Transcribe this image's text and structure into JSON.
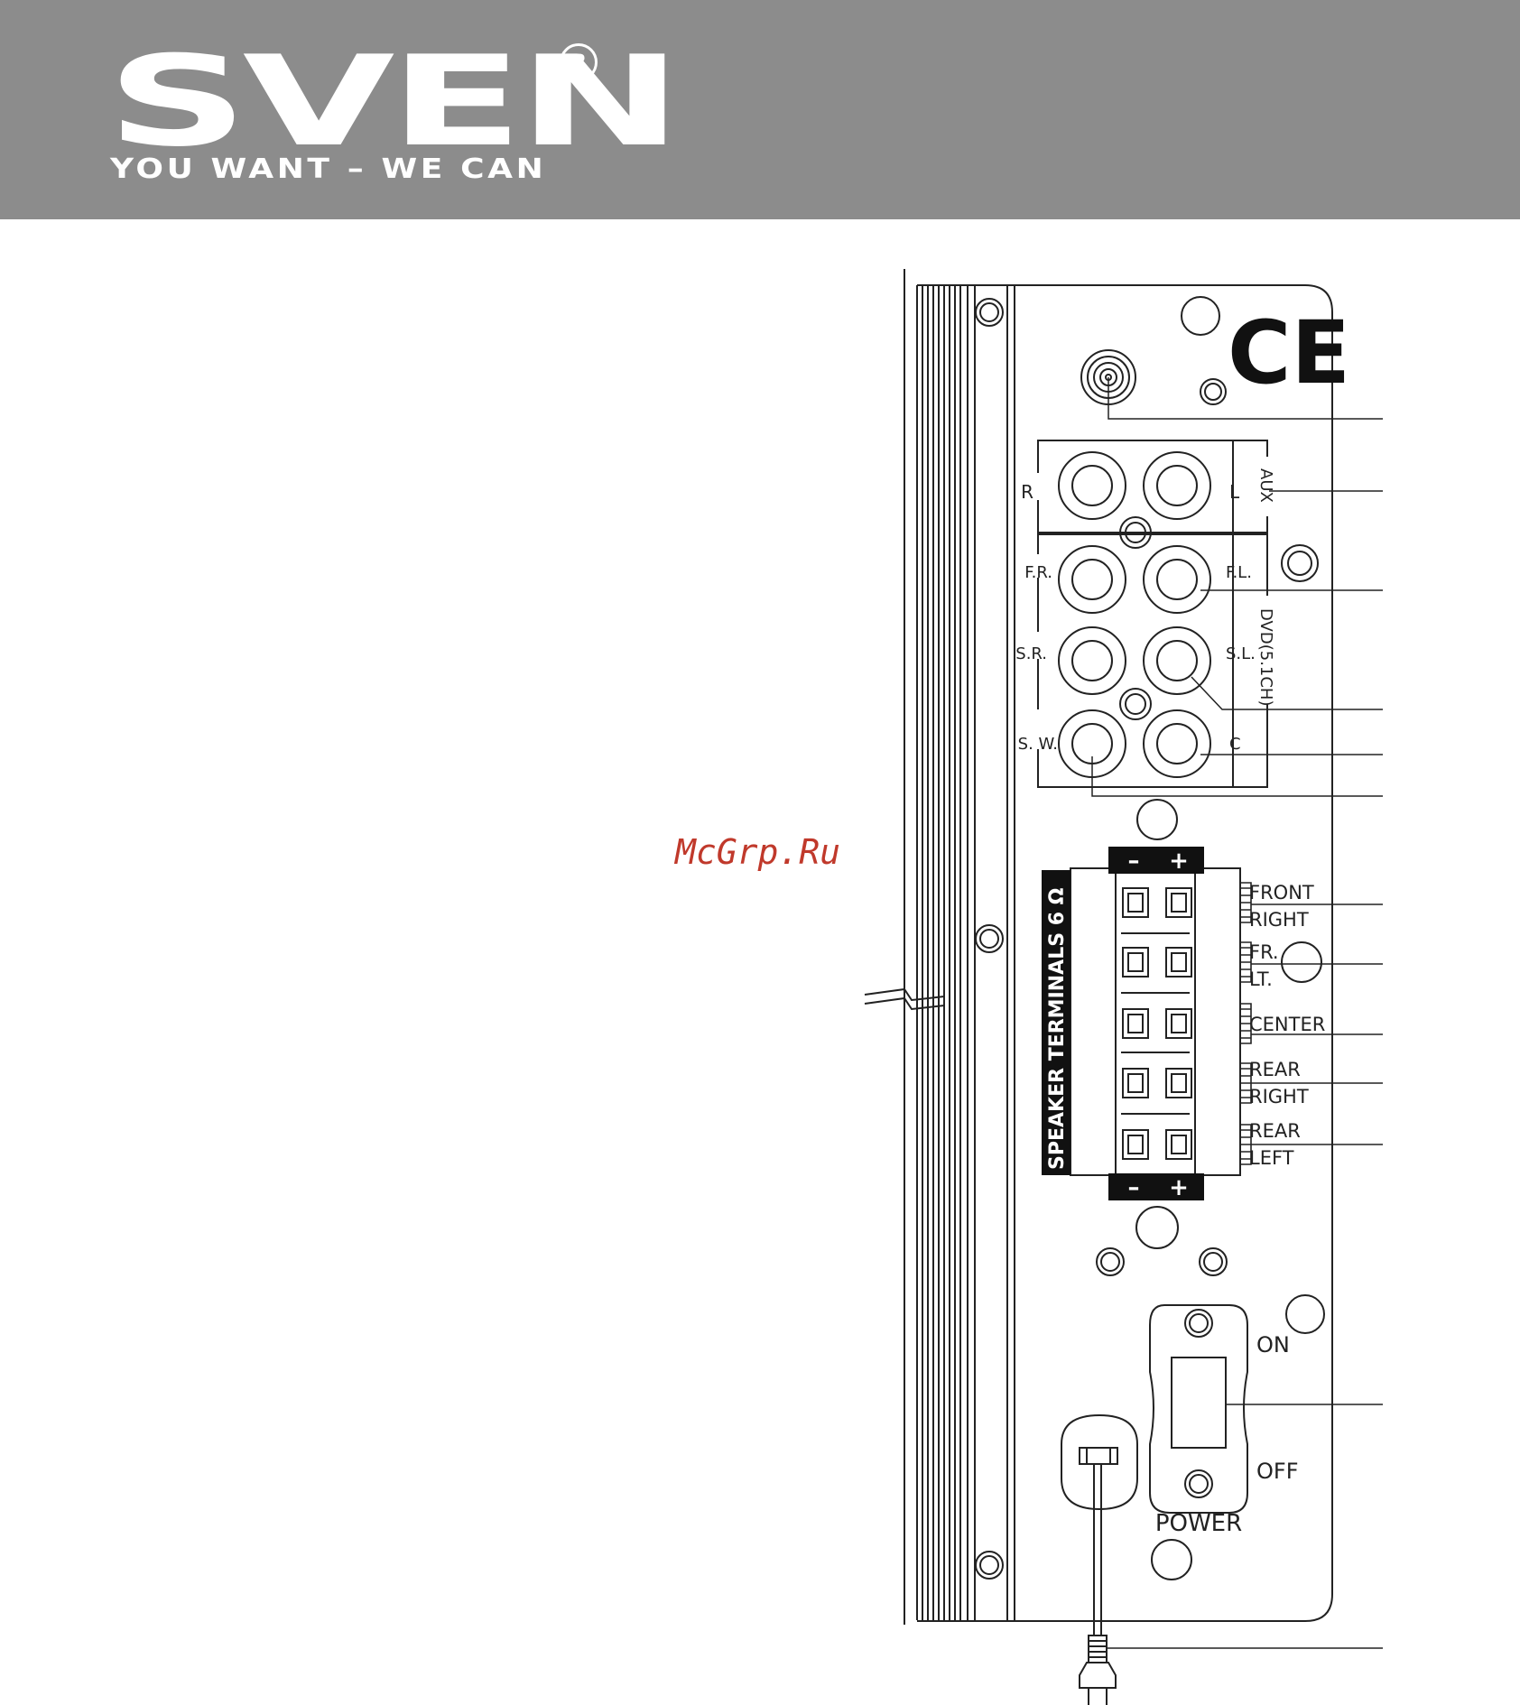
{
  "header": {
    "brand": "SVEN",
    "registered_mark": "R",
    "tagline": "YOU WANT – WE CAN",
    "background_color": "#8c8c8c"
  },
  "watermark": {
    "text": "McGrp.Ru",
    "color": "#c0392b"
  },
  "panel": {
    "ce_mark": "CE",
    "aux": {
      "group_label": "AUX",
      "right": "R",
      "left": "L"
    },
    "dvd": {
      "group_label": "DVD(5.1CH)",
      "front_right": "F.R.",
      "front_left": "F.L.",
      "surround_right": "S.R.",
      "surround_left": "S.L.",
      "subwoofer": "S. W.",
      "center": "C"
    },
    "speaker_terminals": {
      "title": "SPEAKER TERMINALS 6 Ω",
      "minus": "–",
      "plus": "+",
      "channels": [
        {
          "line1": "FRONT",
          "line2": "RIGHT"
        },
        {
          "line1": "FR.",
          "line2": "LT."
        },
        {
          "line1": "CENTER",
          "line2": ""
        },
        {
          "line1": "REAR",
          "line2": "RIGHT"
        },
        {
          "line1": "REAR",
          "line2": "LEFT"
        }
      ]
    },
    "power": {
      "on": "ON",
      "off": "OFF",
      "label": "POWER"
    }
  }
}
